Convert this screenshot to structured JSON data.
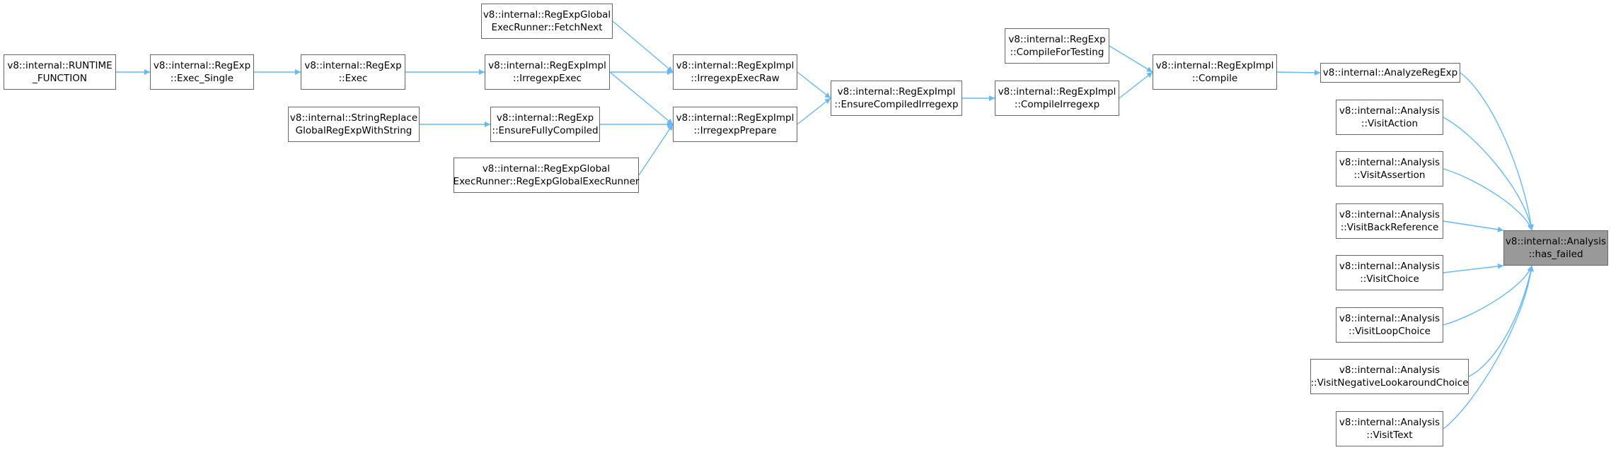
{
  "graph": {
    "edge_color": "#63b8ff",
    "focus_fill": "#999999",
    "nodes": [
      {
        "id": "runtime_function",
        "lines": [
          "v8::internal::RUNTIME",
          "_FUNCTION"
        ]
      },
      {
        "id": "regexp_exec_single",
        "lines": [
          "v8::internal::RegExp",
          "::Exec_Single"
        ]
      },
      {
        "id": "regexp_exec",
        "lines": [
          "v8::internal::RegExp",
          "::Exec"
        ]
      },
      {
        "id": "fetch_next",
        "lines": [
          "v8::internal::RegExpGlobal",
          "ExecRunner::FetchNext"
        ]
      },
      {
        "id": "irregexp_exec",
        "lines": [
          "v8::internal::RegExpImpl",
          "::IrregexpExec"
        ]
      },
      {
        "id": "string_replace",
        "lines": [
          "v8::internal::StringReplace",
          "GlobalRegExpWithString"
        ]
      },
      {
        "id": "ensure_fully_compiled",
        "lines": [
          "v8::internal::RegExp",
          "::EnsureFullyCompiled"
        ]
      },
      {
        "id": "global_exec_runner",
        "lines": [
          "v8::internal::RegExpGlobal",
          "ExecRunner::RegExpGlobalExecRunner"
        ]
      },
      {
        "id": "irregexp_exec_raw",
        "lines": [
          "v8::internal::RegExpImpl",
          "::IrregexpExecRaw"
        ]
      },
      {
        "id": "irregexp_prepare",
        "lines": [
          "v8::internal::RegExpImpl",
          "::IrregexpPrepare"
        ]
      },
      {
        "id": "ensure_compiled_irregexp",
        "lines": [
          "v8::internal::RegExpImpl",
          "::EnsureCompiledIrregexp"
        ]
      },
      {
        "id": "compile_for_testing",
        "lines": [
          "v8::internal::RegExp",
          "::CompileForTesting"
        ]
      },
      {
        "id": "compile_irregexp",
        "lines": [
          "v8::internal::RegExpImpl",
          "::CompileIrregexp"
        ]
      },
      {
        "id": "compile",
        "lines": [
          "v8::internal::RegExpImpl",
          "::Compile"
        ]
      },
      {
        "id": "analyze_regexp",
        "lines": [
          "v8::internal::AnalyzeRegExp"
        ]
      },
      {
        "id": "visit_action",
        "lines": [
          "v8::internal::Analysis",
          "::VisitAction"
        ]
      },
      {
        "id": "visit_assertion",
        "lines": [
          "v8::internal::Analysis",
          "::VisitAssertion"
        ]
      },
      {
        "id": "visit_back_reference",
        "lines": [
          "v8::internal::Analysis",
          "::VisitBackReference"
        ]
      },
      {
        "id": "visit_choice",
        "lines": [
          "v8::internal::Analysis",
          "::VisitChoice"
        ]
      },
      {
        "id": "visit_loop_choice",
        "lines": [
          "v8::internal::Analysis",
          "::VisitLoopChoice"
        ]
      },
      {
        "id": "visit_negative_lookaround_choice",
        "lines": [
          "v8::internal::Analysis",
          "::VisitNegativeLookaroundChoice"
        ]
      },
      {
        "id": "visit_text",
        "lines": [
          "v8::internal::Analysis",
          "::VisitText"
        ]
      },
      {
        "id": "has_failed",
        "lines": [
          "v8::internal::Analysis",
          "::has_failed"
        ],
        "focus": true
      }
    ],
    "edges": [
      {
        "from": "runtime_function",
        "to": "regexp_exec_single"
      },
      {
        "from": "regexp_exec_single",
        "to": "regexp_exec"
      },
      {
        "from": "regexp_exec",
        "to": "irregexp_exec"
      },
      {
        "from": "fetch_next",
        "to": "irregexp_exec_raw"
      },
      {
        "from": "irregexp_exec",
        "to": "irregexp_exec_raw"
      },
      {
        "from": "irregexp_exec",
        "to": "irregexp_prepare"
      },
      {
        "from": "string_replace",
        "to": "ensure_fully_compiled"
      },
      {
        "from": "ensure_fully_compiled",
        "to": "irregexp_prepare"
      },
      {
        "from": "global_exec_runner",
        "to": "irregexp_prepare"
      },
      {
        "from": "irregexp_exec_raw",
        "to": "ensure_compiled_irregexp"
      },
      {
        "from": "irregexp_prepare",
        "to": "ensure_compiled_irregexp"
      },
      {
        "from": "ensure_compiled_irregexp",
        "to": "compile_irregexp"
      },
      {
        "from": "compile_irregexp",
        "to": "compile"
      },
      {
        "from": "compile_for_testing",
        "to": "compile"
      },
      {
        "from": "compile",
        "to": "analyze_regexp"
      },
      {
        "from": "analyze_regexp",
        "to": "has_failed"
      },
      {
        "from": "visit_action",
        "to": "has_failed"
      },
      {
        "from": "visit_assertion",
        "to": "has_failed"
      },
      {
        "from": "visit_back_reference",
        "to": "has_failed"
      },
      {
        "from": "visit_choice",
        "to": "has_failed"
      },
      {
        "from": "visit_loop_choice",
        "to": "has_failed"
      },
      {
        "from": "visit_negative_lookaround_choice",
        "to": "has_failed"
      },
      {
        "from": "visit_text",
        "to": "has_failed"
      }
    ]
  }
}
